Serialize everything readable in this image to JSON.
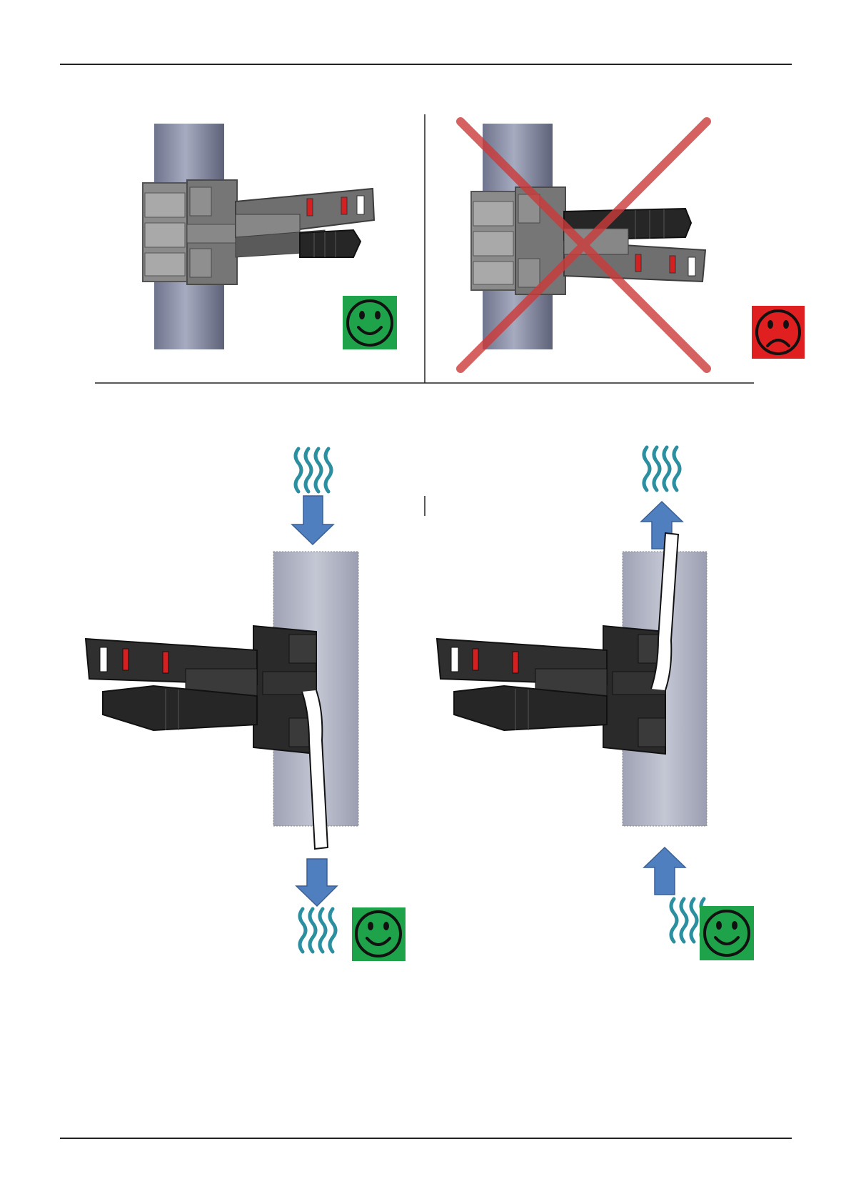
{
  "page": {
    "background": "#ffffff"
  },
  "colors": {
    "good_badge": "#1fa34a",
    "bad_badge": "#e02020",
    "cross": "#cc3a3a",
    "arrow": "#4f7fbf",
    "waves": "#2b8fa0",
    "pipe": "#8a8fa6",
    "device_grey": "#7a7a7a",
    "device_black": "#2a2a2a",
    "marker_red": "#d42020"
  },
  "panels": [
    {
      "id": "top-left",
      "verdict": "correct",
      "badge_icon": "smiley-happy-icon"
    },
    {
      "id": "top-right",
      "verdict": "incorrect",
      "badge_icon": "smiley-sad-icon"
    },
    {
      "id": "bottom-left",
      "verdict": "correct",
      "flow": "down",
      "badge_icon": "smiley-happy-icon"
    },
    {
      "id": "bottom-right",
      "verdict": "correct",
      "flow": "up",
      "badge_icon": "smiley-happy-icon"
    }
  ]
}
